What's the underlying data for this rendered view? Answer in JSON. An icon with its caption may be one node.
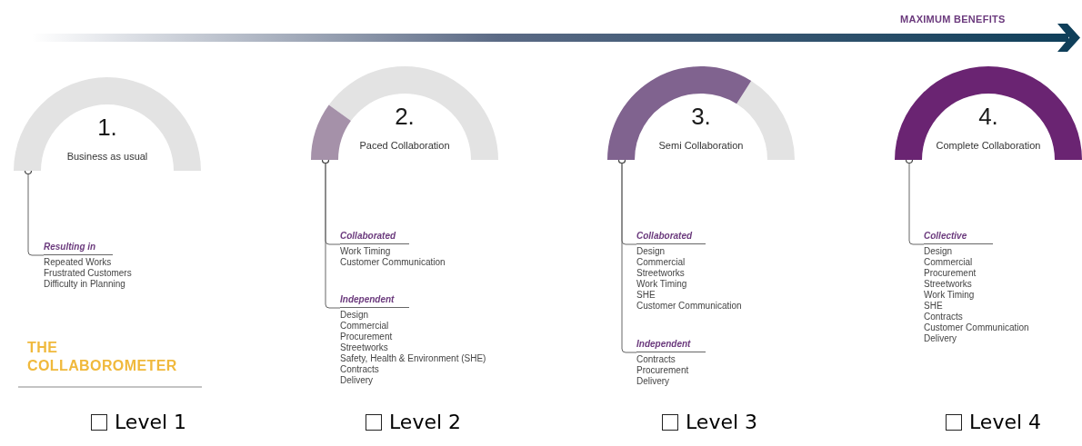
{
  "diagram": {
    "title": "THE COLLABOROMETER",
    "nodes": [
      {
        "text": [
          "1.",
          "Business as usual"
        ]
      },
      {
        "text": [
          "Resulting in",
          "Repeated Works",
          "Frustrated Customers",
          "Difficulty in Planning"
        ]
      },
      {
        "text": [
          "2.",
          "Paced Collaboration"
        ]
      },
      {
        "text": [
          "Collaborated",
          "Work Timing",
          "Customer Communication"
        ]
      },
      {
        "text": [
          "Independent",
          "Design",
          "Commercial",
          "Procurement",
          "Streetworks",
          "Safety, Health & Environment (SHE)",
          "Contracts",
          "Delivery"
        ]
      },
      {
        "text": [
          "3.",
          "Semi Collaboration"
        ]
      },
      {
        "text": [
          "Collaborated",
          "Design",
          "Commercial",
          "Streetworks",
          "Work Timing",
          "SHE",
          "Customer Communication"
        ]
      },
      {
        "text": [
          "Independent",
          "Contracts",
          "Procurement",
          "Delivery"
        ]
      },
      {
        "text": [
          "4.",
          "Complete Collaboration"
        ]
      },
      {
        "text": [
          "Collective",
          "Design",
          "Commercial",
          "Procurement",
          "Streetworks",
          "Work Timing",
          "SHE",
          "Contracts",
          "Customer Communication",
          "Delivery"
        ]
      }
    ],
    "edges": [
      {
        "from": 0,
        "to": 1,
        "arrow": "other"
      },
      {
        "from": 2,
        "to": 3,
        "arrow": "other"
      },
      {
        "from": 2,
        "to": 4,
        "arrow": "other"
      },
      {
        "from": 5,
        "to": 6,
        "arrow": "other"
      },
      {
        "from": 5,
        "to": 7,
        "arrow": "other"
      },
      {
        "from": 8,
        "to": 9,
        "arrow": "other"
      }
    ],
    "labels": [
      "MAXIMUM BENEFITS",
      "Level 1",
      "Level 2",
      "Level 3",
      "Level 4"
    ]
  }
}
